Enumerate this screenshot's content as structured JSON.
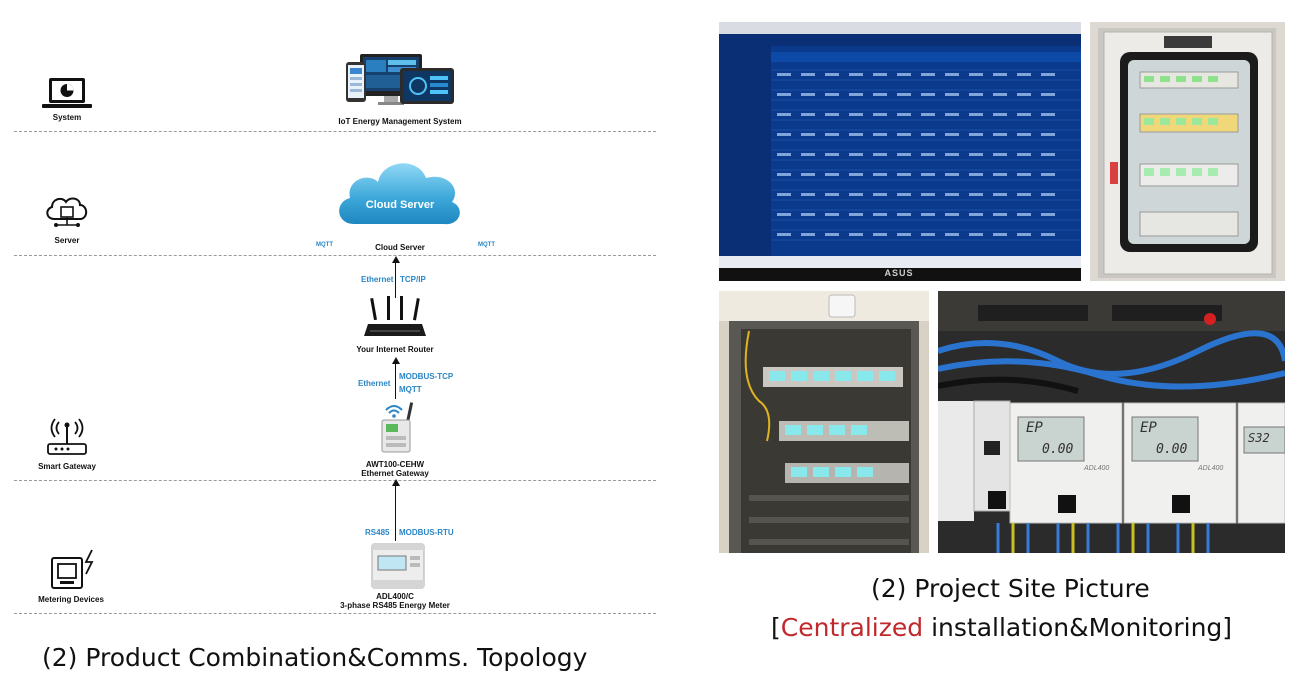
{
  "diagram": {
    "layers": {
      "system": "System",
      "server": "Server",
      "gateway": "Smart Gateway",
      "metering": "Metering Devices"
    },
    "nodes": {
      "ems": "IoT Energy Management System",
      "cloud_badge": "Cloud Server",
      "cloud_label": "Cloud Server",
      "router": "Your Internet Router",
      "gateway_line1": "AWT100-CEHW",
      "gateway_line2": "Ethernet Gateway",
      "meter_line1": "ADL400/C",
      "meter_line2": "3-phase RS485 Energy Meter"
    },
    "protocols": {
      "mqtt_left": "MQTT",
      "mqtt_right": "MQTT",
      "ethernet_1": "Ethernet",
      "tcpip": "TCP/IP",
      "ethernet_2": "Ethernet",
      "modbus_tcp": "MODBUS-TCP",
      "mqtt_gateway": "MQTT",
      "rs485": "RS485",
      "modbus_rtu": "MODBUS-RTU"
    },
    "caption": "(2) Product Combination&Comms. Topology"
  },
  "photos": {
    "monitor_brand": "ASUS",
    "meter_display_1": "EP",
    "meter_display_1_value": "0.00",
    "meter_display_2": "EP",
    "meter_display_2_value": "0.00",
    "meter_display_3": "S32",
    "meter_model": "ADL400",
    "caption_line1": "(2) Project Site Picture",
    "caption_bracket_open": "[",
    "caption_highlight": "Centralized",
    "caption_rest": " installation&Monitoring]"
  },
  "colors": {
    "protocol_blue": "#2a86c6",
    "highlight_red": "#c0282c",
    "cloud_blue": "#3aa6d8",
    "screen_bg": "#0b3a8c"
  }
}
